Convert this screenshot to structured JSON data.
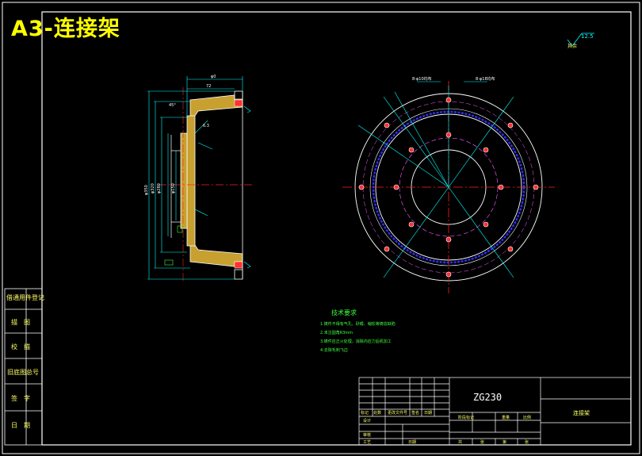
{
  "title": "A3-连接架",
  "sheet_label": "A3",
  "material": "ZG230",
  "part_name": "连接架",
  "roughness": "12.5",
  "roughness_note": "其余",
  "side_labels": [
    "借通用件登记",
    "描　图",
    "校　描",
    "旧底图总号",
    "签　字",
    "日　期"
  ],
  "tech_requirements": {
    "heading": "技术要求",
    "items": [
      "1.铸件不得有气孔、砂眼、缩松等铸造缺陷",
      "2.未注圆角R3mm",
      "3.铸件应正火处理，消除内应力后机加工",
      "4.去除毛刺飞边"
    ]
  },
  "title_block": {
    "col_headers": [
      "标记",
      "处数",
      "更改文件号",
      "签名",
      "日期"
    ],
    "signatures": [
      "设计",
      "审核",
      "工艺"
    ],
    "stage_headers": [
      "阶段标记",
      "重量",
      "比例"
    ],
    "sheet_row": [
      "共",
      "张",
      "第",
      "张"
    ],
    "date": "日期"
  },
  "dims": {
    "top_width": "φ0",
    "inner_width": "72",
    "pcd_small": "8-φ10均布",
    "pcd_large": "8-φ18均布",
    "angle_note": "45°",
    "ra": "6.3",
    "d_outer": "φ350",
    "d_mid": "φ320",
    "d_inner": "φ280",
    "d_bore": "φ150"
  },
  "colors": {
    "outline": "#ffffff",
    "center": "#ff2020",
    "dim": "#00ffff",
    "hatch": "#e8c040",
    "green": "#40ff40",
    "blue": "#3030ff",
    "yellow": "#ffff00",
    "magenta": "#ff60ff"
  }
}
